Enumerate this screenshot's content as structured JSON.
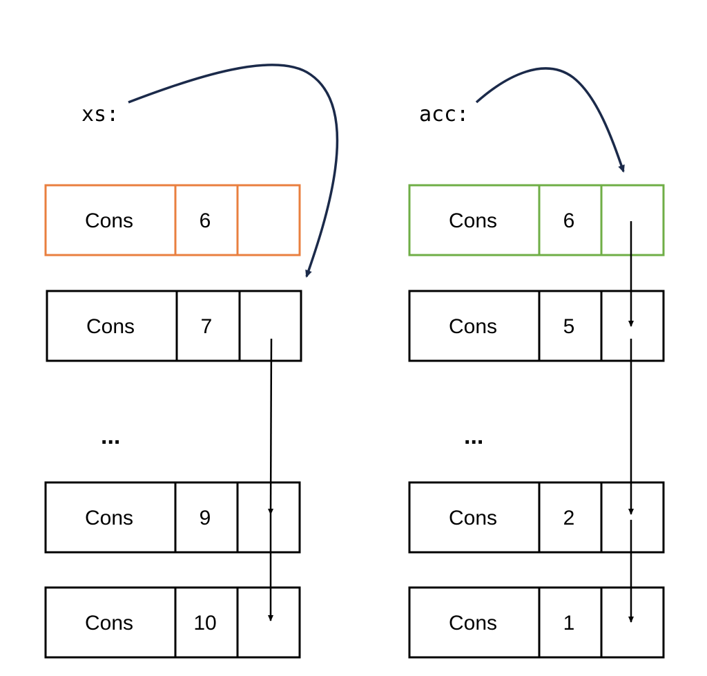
{
  "colors": {
    "highlight_left": "#E97F3F",
    "highlight_right": "#6FAE46",
    "pointer_arrow": "#1B2A4A",
    "box": "#000000"
  },
  "left_list": {
    "label": "xs:",
    "ellipsis": "...",
    "nodes": [
      {
        "tag": "Cons",
        "value": "6",
        "highlight": true
      },
      {
        "tag": "Cons",
        "value": "7",
        "highlight": false
      },
      {
        "tag": "Cons",
        "value": "9",
        "highlight": false
      },
      {
        "tag": "Cons",
        "value": "10",
        "highlight": false
      }
    ]
  },
  "right_list": {
    "label": "acc:",
    "ellipsis": "...",
    "nodes": [
      {
        "tag": "Cons",
        "value": "6",
        "highlight": true
      },
      {
        "tag": "Cons",
        "value": "5",
        "highlight": false
      },
      {
        "tag": "Cons",
        "value": "2",
        "highlight": false
      },
      {
        "tag": "Cons",
        "value": "1",
        "highlight": false
      }
    ]
  }
}
